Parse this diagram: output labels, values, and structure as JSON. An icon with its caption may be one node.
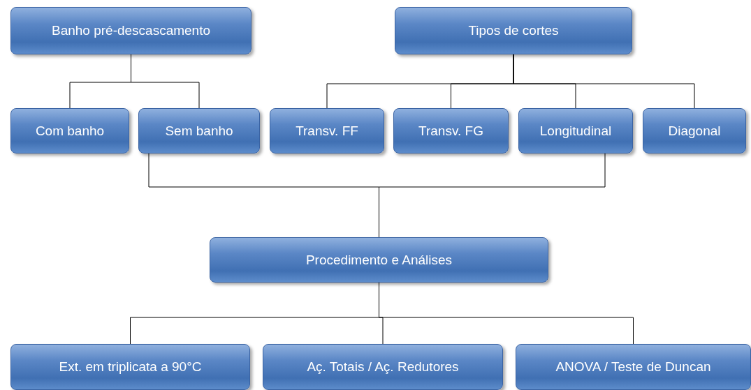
{
  "diagram": {
    "nodes": [
      {
        "text": [
          "Banho pré-descascamento"
        ]
      },
      {
        "text": [
          "Tipos de cortes"
        ]
      },
      {
        "text": [
          "Com banho"
        ]
      },
      {
        "text": [
          "Sem banho"
        ]
      },
      {
        "text": [
          "Transv. FF"
        ]
      },
      {
        "text": [
          "Transv. FG"
        ]
      },
      {
        "text": [
          "Longitudinal"
        ]
      },
      {
        "text": [
          "Diagonal"
        ]
      },
      {
        "text": [
          "Procedimento e Análises"
        ]
      },
      {
        "text": [
          "Ext. em triplicata a 90°C"
        ]
      },
      {
        "text": [
          "Aç. Totais / Aç. Redutores"
        ]
      },
      {
        "text": [
          "ANOVA / Teste de Duncan"
        ]
      }
    ],
    "edges": [
      {
        "from": 0,
        "to": 2,
        "arrow": "none"
      },
      {
        "from": 0,
        "to": 3,
        "arrow": "none"
      },
      {
        "from": 1,
        "to": 4,
        "arrow": "none"
      },
      {
        "from": 1,
        "to": 5,
        "arrow": "none"
      },
      {
        "from": 1,
        "to": 6,
        "arrow": "none"
      },
      {
        "from": 1,
        "to": 7,
        "arrow": "none"
      },
      {
        "from": 3,
        "to": 8,
        "arrow": "none"
      },
      {
        "from": 6,
        "to": 8,
        "arrow": "none"
      },
      {
        "from": 8,
        "to": 9,
        "arrow": "none"
      },
      {
        "from": 8,
        "to": 10,
        "arrow": "none"
      },
      {
        "from": 8,
        "to": 11,
        "arrow": "none"
      }
    ]
  }
}
